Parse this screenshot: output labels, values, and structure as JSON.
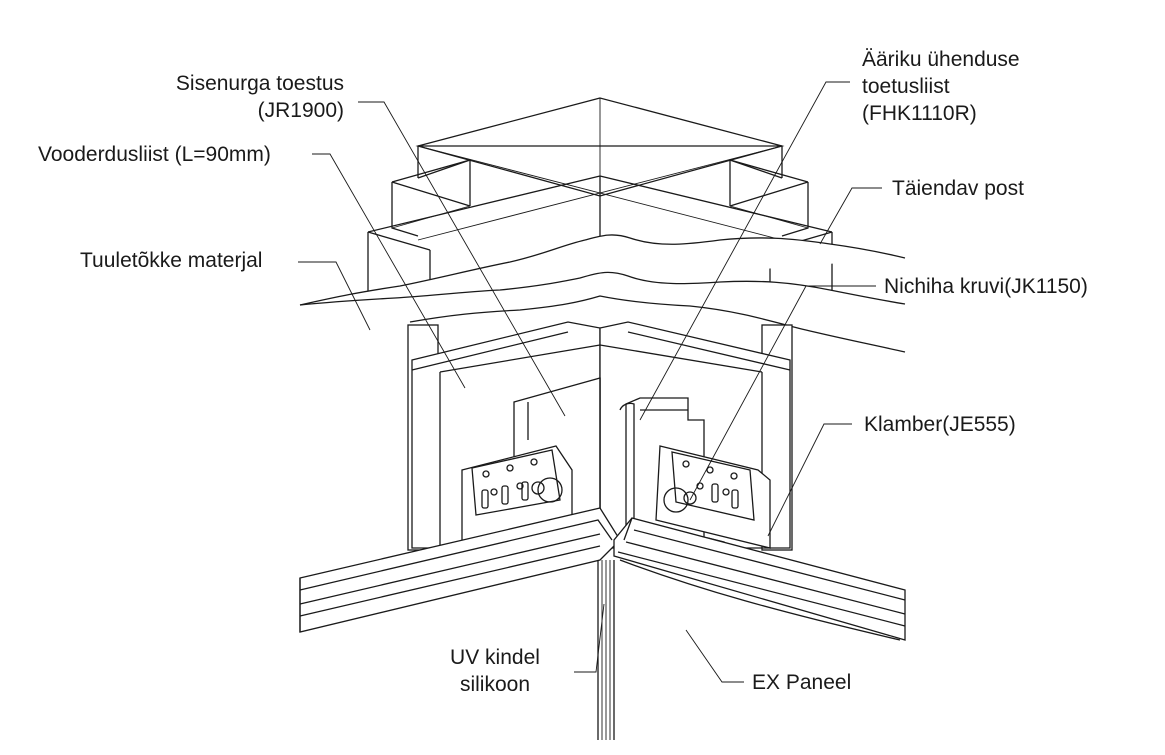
{
  "labels": {
    "inner_corner_support": {
      "line1": "Sisenurga toestus",
      "line2": "(JR1900)"
    },
    "lining_strip": "Vooderdusliist (L=90mm)",
    "wind_barrier": "Tuuletõkke materjal",
    "edge_joint_strip": {
      "line1": "Ääriku ühenduse",
      "line2": "toetusliist",
      "line3": "(FHK1110R)"
    },
    "additional_post": "Täiendav post",
    "nichiha_screw": "Nichiha kruvi(JK1150)",
    "clamp": "Klamber(JE555)",
    "uv_silicone": {
      "line1": "UV kindel",
      "line2": "silikoon"
    },
    "ex_panel": "EX Paneel"
  }
}
